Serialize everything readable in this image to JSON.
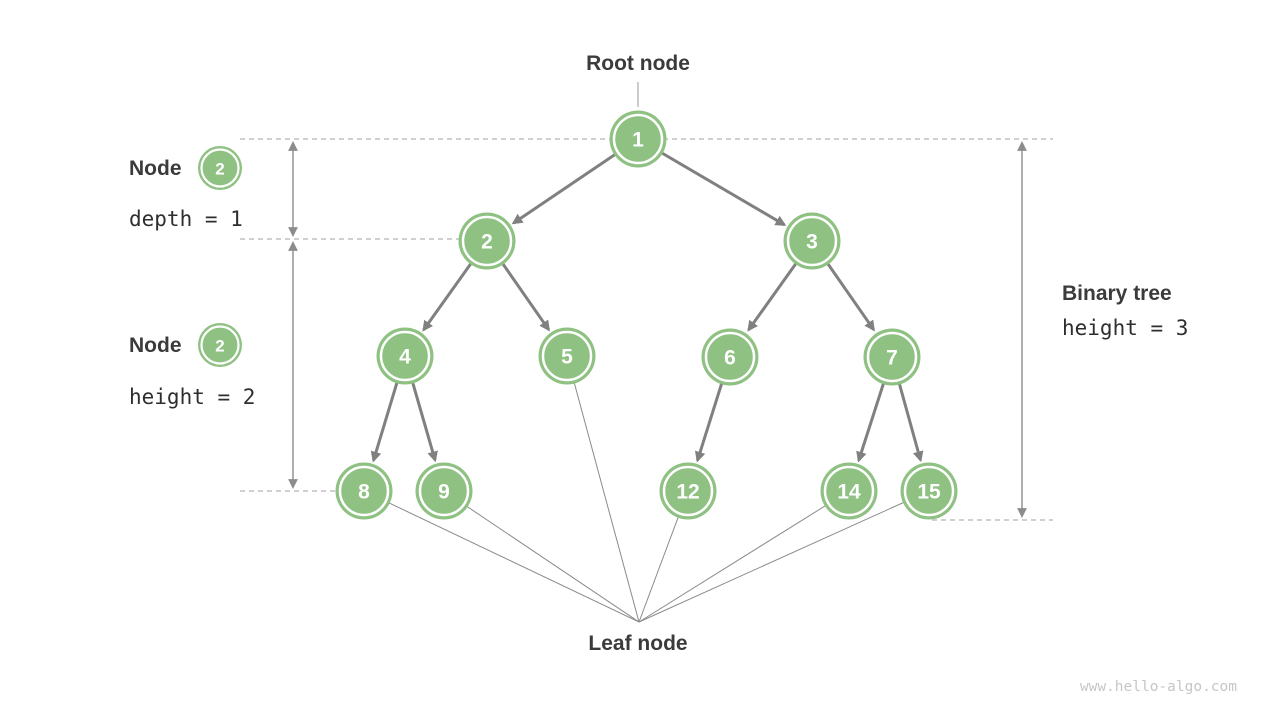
{
  "colors": {
    "node_fill": "#8fc183",
    "node_text": "#ffffff",
    "edge": "#808080",
    "guide_dash": "#b3b3b3",
    "measure_arrow": "#8c8c8c",
    "label_text": "#3b3b3b",
    "mono_text": "#2e2e2e",
    "watermark": "#c6c6c6"
  },
  "labels": {
    "root": "Root node",
    "leaf": "Leaf node",
    "binary_tree": "Binary tree",
    "binary_tree_metric": "height = 3",
    "watermark": "www.hello-algo.com"
  },
  "annotations": [
    {
      "label": "Node",
      "badge": "2",
      "metric": "depth = 1"
    },
    {
      "label": "Node",
      "badge": "2",
      "metric": "height = 2"
    }
  ],
  "tree": {
    "nodes": [
      {
        "value": "1"
      },
      {
        "value": "2"
      },
      {
        "value": "3"
      },
      {
        "value": "4"
      },
      {
        "value": "5"
      },
      {
        "value": "6"
      },
      {
        "value": "7"
      },
      {
        "value": "8"
      },
      {
        "value": "9"
      },
      {
        "value": "12"
      },
      {
        "value": "14"
      },
      {
        "value": "15"
      }
    ],
    "edges": [
      "1-2",
      "1-3",
      "2-4",
      "2-5",
      "3-6",
      "3-7",
      "4-8",
      "4-9",
      "6-12",
      "7-14",
      "7-15"
    ],
    "leaf_nodes": [
      "8",
      "9",
      "5",
      "12",
      "14",
      "15"
    ]
  }
}
